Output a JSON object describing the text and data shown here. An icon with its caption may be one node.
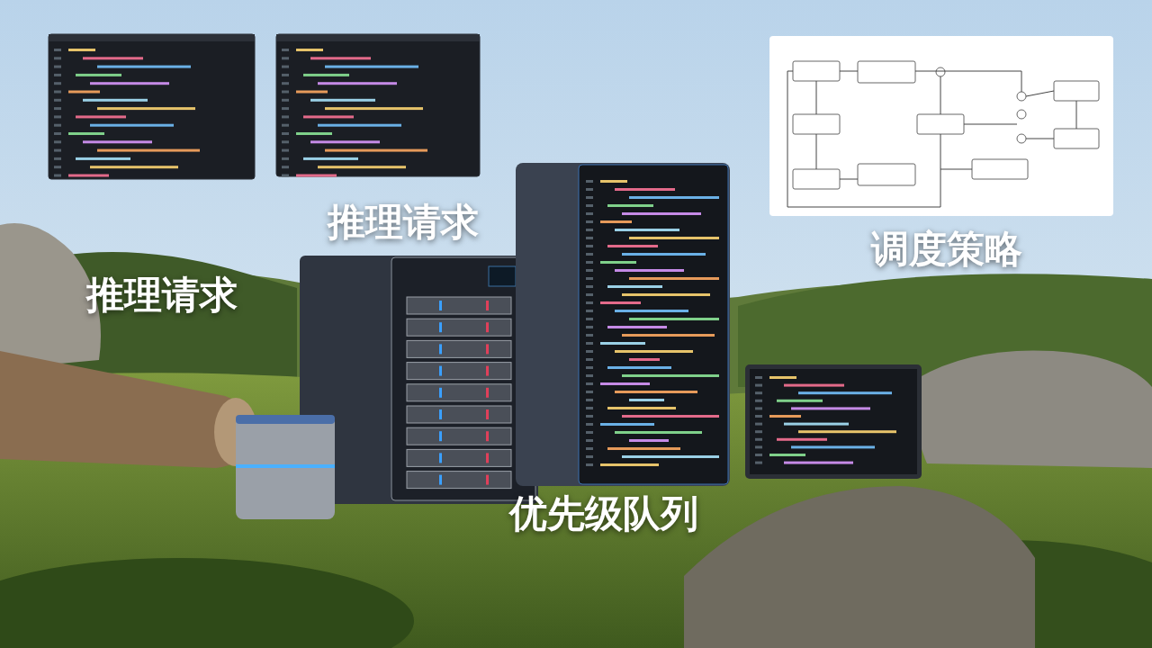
{
  "diagram": {
    "labels": [
      "推理请求",
      "推理请求",
      "调度策略",
      "优先级队列"
    ]
  }
}
